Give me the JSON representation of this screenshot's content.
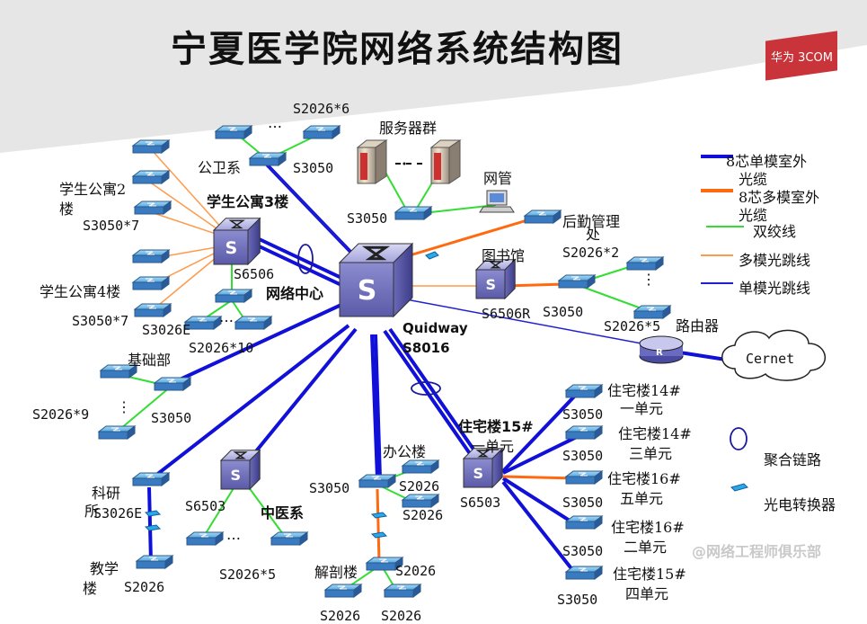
{
  "title": "宁夏医学院网络系统结构图",
  "brand": "华为 3COM",
  "watermark": "@网络工程师俱乐部",
  "labels": {
    "gongwei": "公卫系",
    "s2026x6": "S2026*6",
    "s3050_gw": "S3050",
    "server_group": "服务器群",
    "netmgr": "网管",
    "s3050_srv": "S3050",
    "houqin": "后勤管理",
    "houqin2": "处",
    "s2026x2": "S2026*2",
    "library": "图书馆",
    "s6506r": "S6506R",
    "s3050_lib": "S3050",
    "s2026x5_lib": "S2026*5",
    "router": "路由器",
    "cernet": "Cernet",
    "dorm2a": "学生公寓2",
    "dorm2b": "楼",
    "s3050x7a": "S3050*7",
    "dorm3": "学生公寓3楼",
    "s6506": "S6506",
    "netcenter": "网络中心",
    "dorm4": "学生公寓4楼",
    "s3050x7b": "S3050*7",
    "s3026e_d": "S3026E",
    "s2026x10": "S2026*10",
    "quidway": "Quidway",
    "s8016": "S8016",
    "jichubu": "基础部",
    "s2026x9": "S2026*9",
    "s3050_jc": "S3050",
    "keyan1": "科研",
    "keyan2": "所",
    "s3026e_k": "S3026E",
    "jiaoxue1": "教学",
    "jiaoxue2": "楼",
    "s2026_jx": "S2026",
    "s6503_zy": "S6503",
    "zhongyi": "中医系",
    "s2026x5_zy": "S2026*5",
    "bangong": "办公楼",
    "s3050_bg": "S3050",
    "s2026_bg1": "S2026",
    "s2026_bg2": "S2026",
    "jiepou": "解剖楼",
    "s2026_jp": "S2026",
    "s2026_jp_a": "S2026",
    "s2026_jp_b": "S2026",
    "zz15_1a": "住宅楼15#",
    "zz15_1b": "一单元",
    "s6503_zz": "S6503",
    "zz14_1a": "住宅楼14#",
    "zz14_1b": "一单元",
    "zz14_3a": "住宅楼14#",
    "zz14_3b": "三单元",
    "zz16_5a": "住宅楼16#",
    "zz16_5b": "五单元",
    "zz16_2a": "住宅楼16#",
    "zz16_2b": "二单元",
    "zz15_4a": "住宅楼15#",
    "zz15_4b": "四单元",
    "s3050_z1": "S3050",
    "s3050_z2": "S3050",
    "s3050_z3": "S3050",
    "s3050_z4": "S3050",
    "s3050_z5": "S3050",
    "dots": "…",
    "vdots": "⋮",
    "letter_s": "S",
    "letter_r": "R"
  },
  "legend": [
    {
      "label": "8芯单模室外光缆",
      "line1": "8芯单模室外",
      "line2": "光缆",
      "color": "#1010d8",
      "width": 4
    },
    {
      "label": "8芯多模室外光缆",
      "line1": "8芯多模室外",
      "line2": "光缆",
      "color": "#ff6a10",
      "width": 4
    },
    {
      "label": "双绞线",
      "line1": "双绞线",
      "line2": "",
      "color": "#33dd33",
      "width": 2
    },
    {
      "label": "多模光跳线",
      "line1": "多模光跳线",
      "line2": "",
      "color": "#ff9a4a",
      "width": 2
    },
    {
      "label": "单模光跳线",
      "line1": "单模光跳线",
      "line2": "",
      "color": "#2020d0",
      "width": 2
    }
  ],
  "legend_symbols": {
    "aggregation": "聚合链路",
    "converter": "光电转换器"
  },
  "colors": {
    "single_mode": "#1010d8",
    "multi_mode": "#ff6a10",
    "twisted_pair": "#33dd33",
    "multi_jumper": "#ff9a4a",
    "single_jumper": "#2020d0",
    "switch_face": "#9a9ad2",
    "brand_red": "#c8343a"
  }
}
